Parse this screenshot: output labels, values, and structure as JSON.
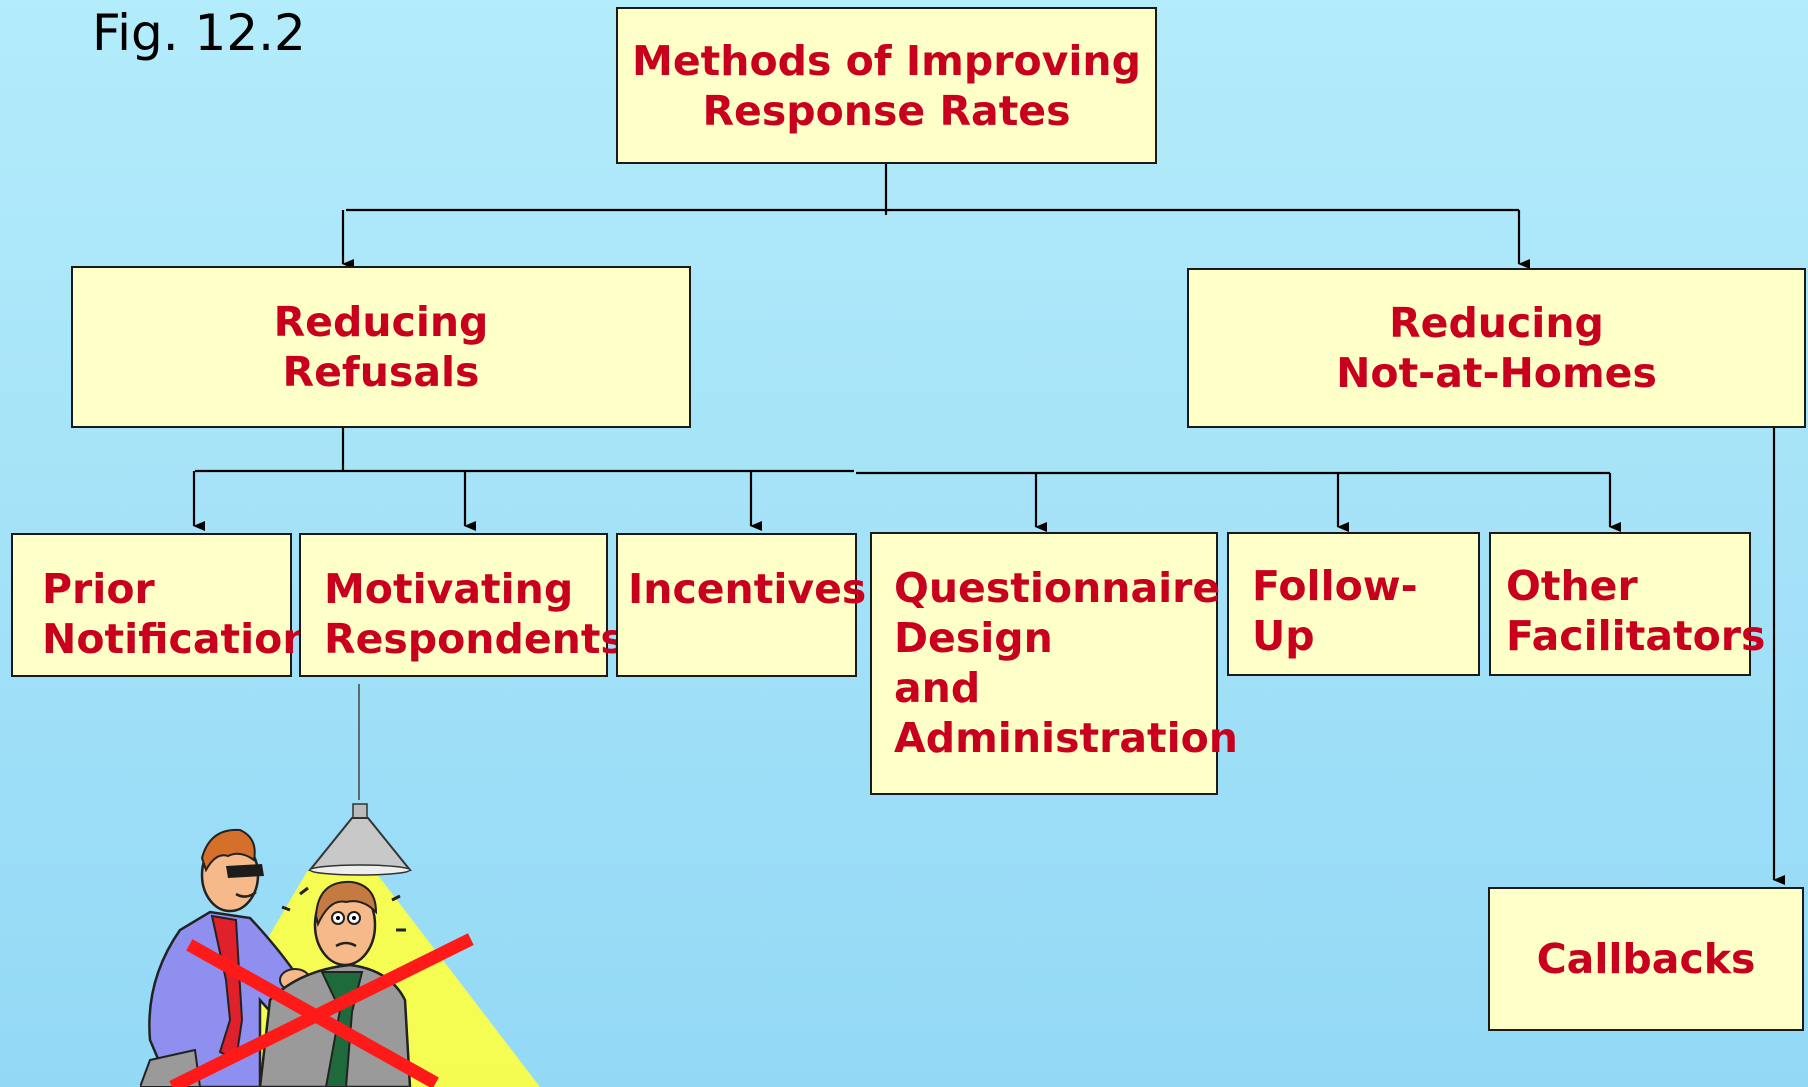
{
  "figure_label": "Fig. 12.2",
  "root": {
    "label": "Methods of Improving\nResponse Rates"
  },
  "branches": [
    {
      "id": "refusals",
      "label": "Reducing\nRefusals"
    },
    {
      "id": "not-at-homes",
      "label": "Reducing\nNot-at-Homes"
    }
  ],
  "refusal_methods": [
    {
      "label": "Prior\nNotification"
    },
    {
      "label": "Motivating\nRespondents"
    },
    {
      "label": "Incentives"
    },
    {
      "label": "Questionnaire\nDesign\nand\nAdministration"
    },
    {
      "label": "Follow-Up"
    },
    {
      "label": "Other\nFacilitators"
    }
  ],
  "not_at_home_methods": [
    {
      "label": "Callbacks"
    }
  ],
  "colors": {
    "box_fill": "#ffffc8",
    "box_text": "#c8001e",
    "background": "#a6e3f8",
    "cross_mark": "#ff1a1a",
    "spotlight": "#ffff40"
  },
  "illustration": {
    "name": "interrogation-clipart",
    "crossed_out": true
  }
}
